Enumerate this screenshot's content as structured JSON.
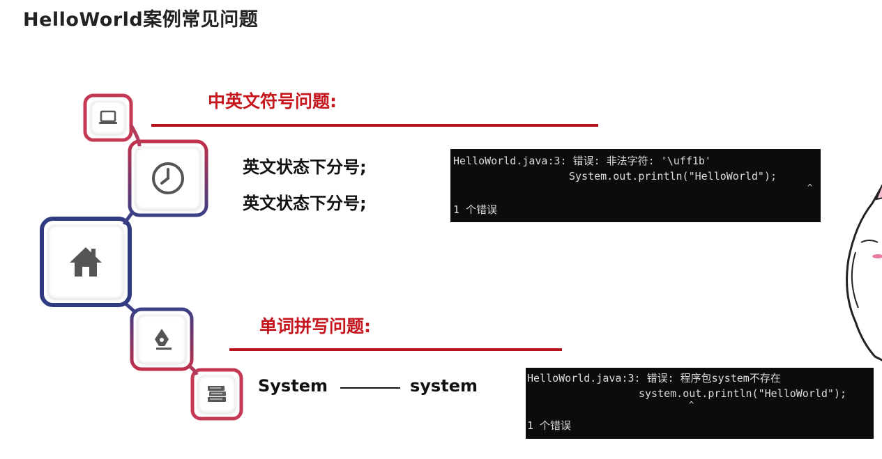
{
  "page_title": "HelloWorld案例常见问题",
  "sections": {
    "punctuation": {
      "heading": "中英文符号问题:",
      "rows": [
        "英文状态下分号;",
        "英文状态下分号;"
      ],
      "console": {
        "line1": "HelloWorld.java:3: 错误: 非法字符: '\\uff1b'",
        "line2": "System.out.println(\"HelloWorld\");",
        "line3": "1 个错误"
      }
    },
    "spelling": {
      "heading": "单词拼写问题:",
      "correct": "System",
      "wrong": "system",
      "console": {
        "line1": "HelloWorld.java:3: 错误: 程序包system不存在",
        "line2": "system.out.println(\"HelloWorld\");",
        "line3": "1 个错误"
      }
    }
  },
  "colors": {
    "accent_red": "#c4161c",
    "accent_navy": "#2e3a78",
    "console_bg": "#0c0c0c"
  },
  "icons": [
    "laptop-icon",
    "clock-icon",
    "home-icon",
    "pen-icon",
    "books-icon"
  ]
}
